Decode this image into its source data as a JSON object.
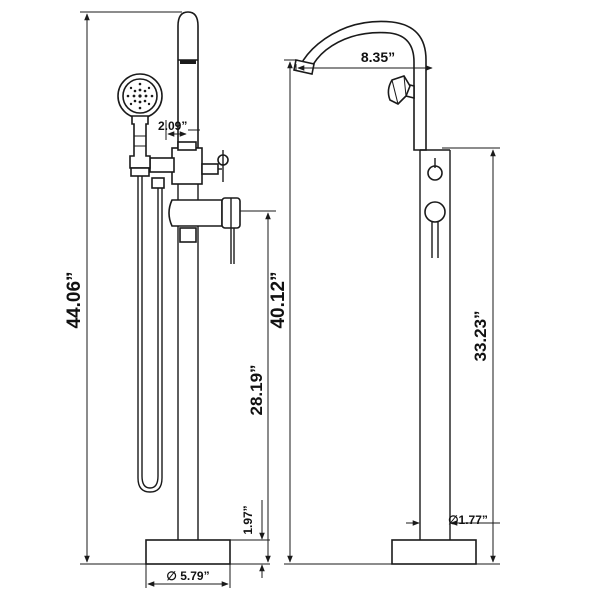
{
  "dimensions": {
    "total_height": "44.06”",
    "spout_height": "40.12”",
    "handle_height": "33.23”",
    "valve_height": "28.19”",
    "valve_offset": "2.09”",
    "spout_reach": "8.35”",
    "base_height": "1.97”",
    "base_diameter": "∅ 5.79”",
    "pipe_diameter": "∅1.77”"
  },
  "colors": {
    "line": "#1a1a1a",
    "background": "#ffffff"
  }
}
